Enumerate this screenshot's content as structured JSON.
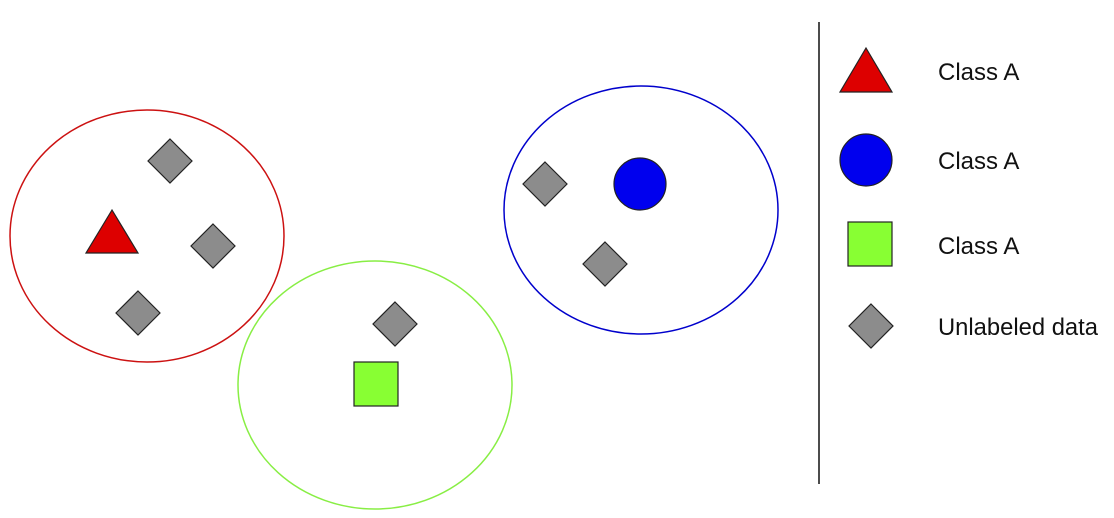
{
  "colors": {
    "class_red": "#dd0000",
    "class_blue": "#0000ee",
    "class_green": "#88ff33",
    "unlabeled": "#8c8c8c",
    "outline": "#222222",
    "cluster_red": "#cc1111",
    "cluster_blue": "#0000cc",
    "cluster_green": "#88ee44",
    "divider": "#111111"
  },
  "clusters": [
    {
      "name": "red-cluster",
      "color_key": "cluster_red"
    },
    {
      "name": "green-cluster",
      "color_key": "cluster_green"
    },
    {
      "name": "blue-cluster",
      "color_key": "cluster_blue"
    }
  ],
  "legend": {
    "items": [
      {
        "shape": "triangle-icon",
        "color_key": "class_red",
        "label": "Class A"
      },
      {
        "shape": "circle-icon",
        "color_key": "class_blue",
        "label": "Class A"
      },
      {
        "shape": "square-icon",
        "color_key": "class_green",
        "label": "Class A"
      },
      {
        "shape": "diamond-icon",
        "color_key": "unlabeled",
        "label": "Unlabeled data"
      }
    ]
  }
}
